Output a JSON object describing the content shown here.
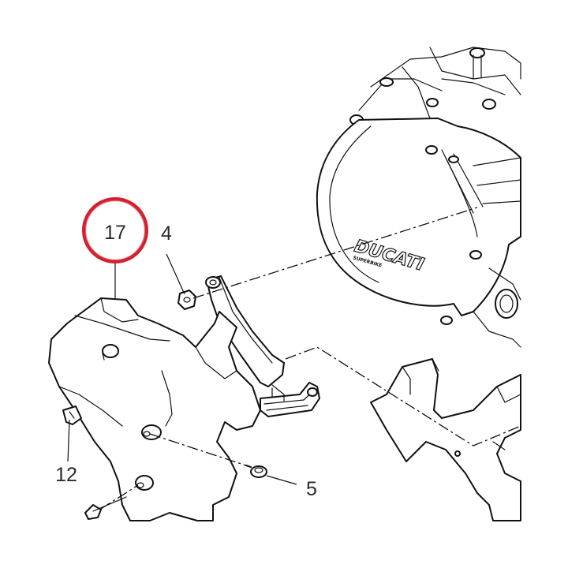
{
  "diagram": {
    "callouts": [
      {
        "id": "17",
        "label": "17",
        "highlighted": true
      },
      {
        "id": "4",
        "label": "4",
        "highlighted": false
      },
      {
        "id": "12",
        "label": "12",
        "highlighted": false
      },
      {
        "id": "5",
        "label": "5",
        "highlighted": false
      }
    ],
    "engine_logo": {
      "brand": "DUCATI",
      "subtext": "SUPERBIKE"
    },
    "colors": {
      "highlight_circle": "#d4202e",
      "ink": "#111111",
      "background": "#ffffff"
    }
  }
}
